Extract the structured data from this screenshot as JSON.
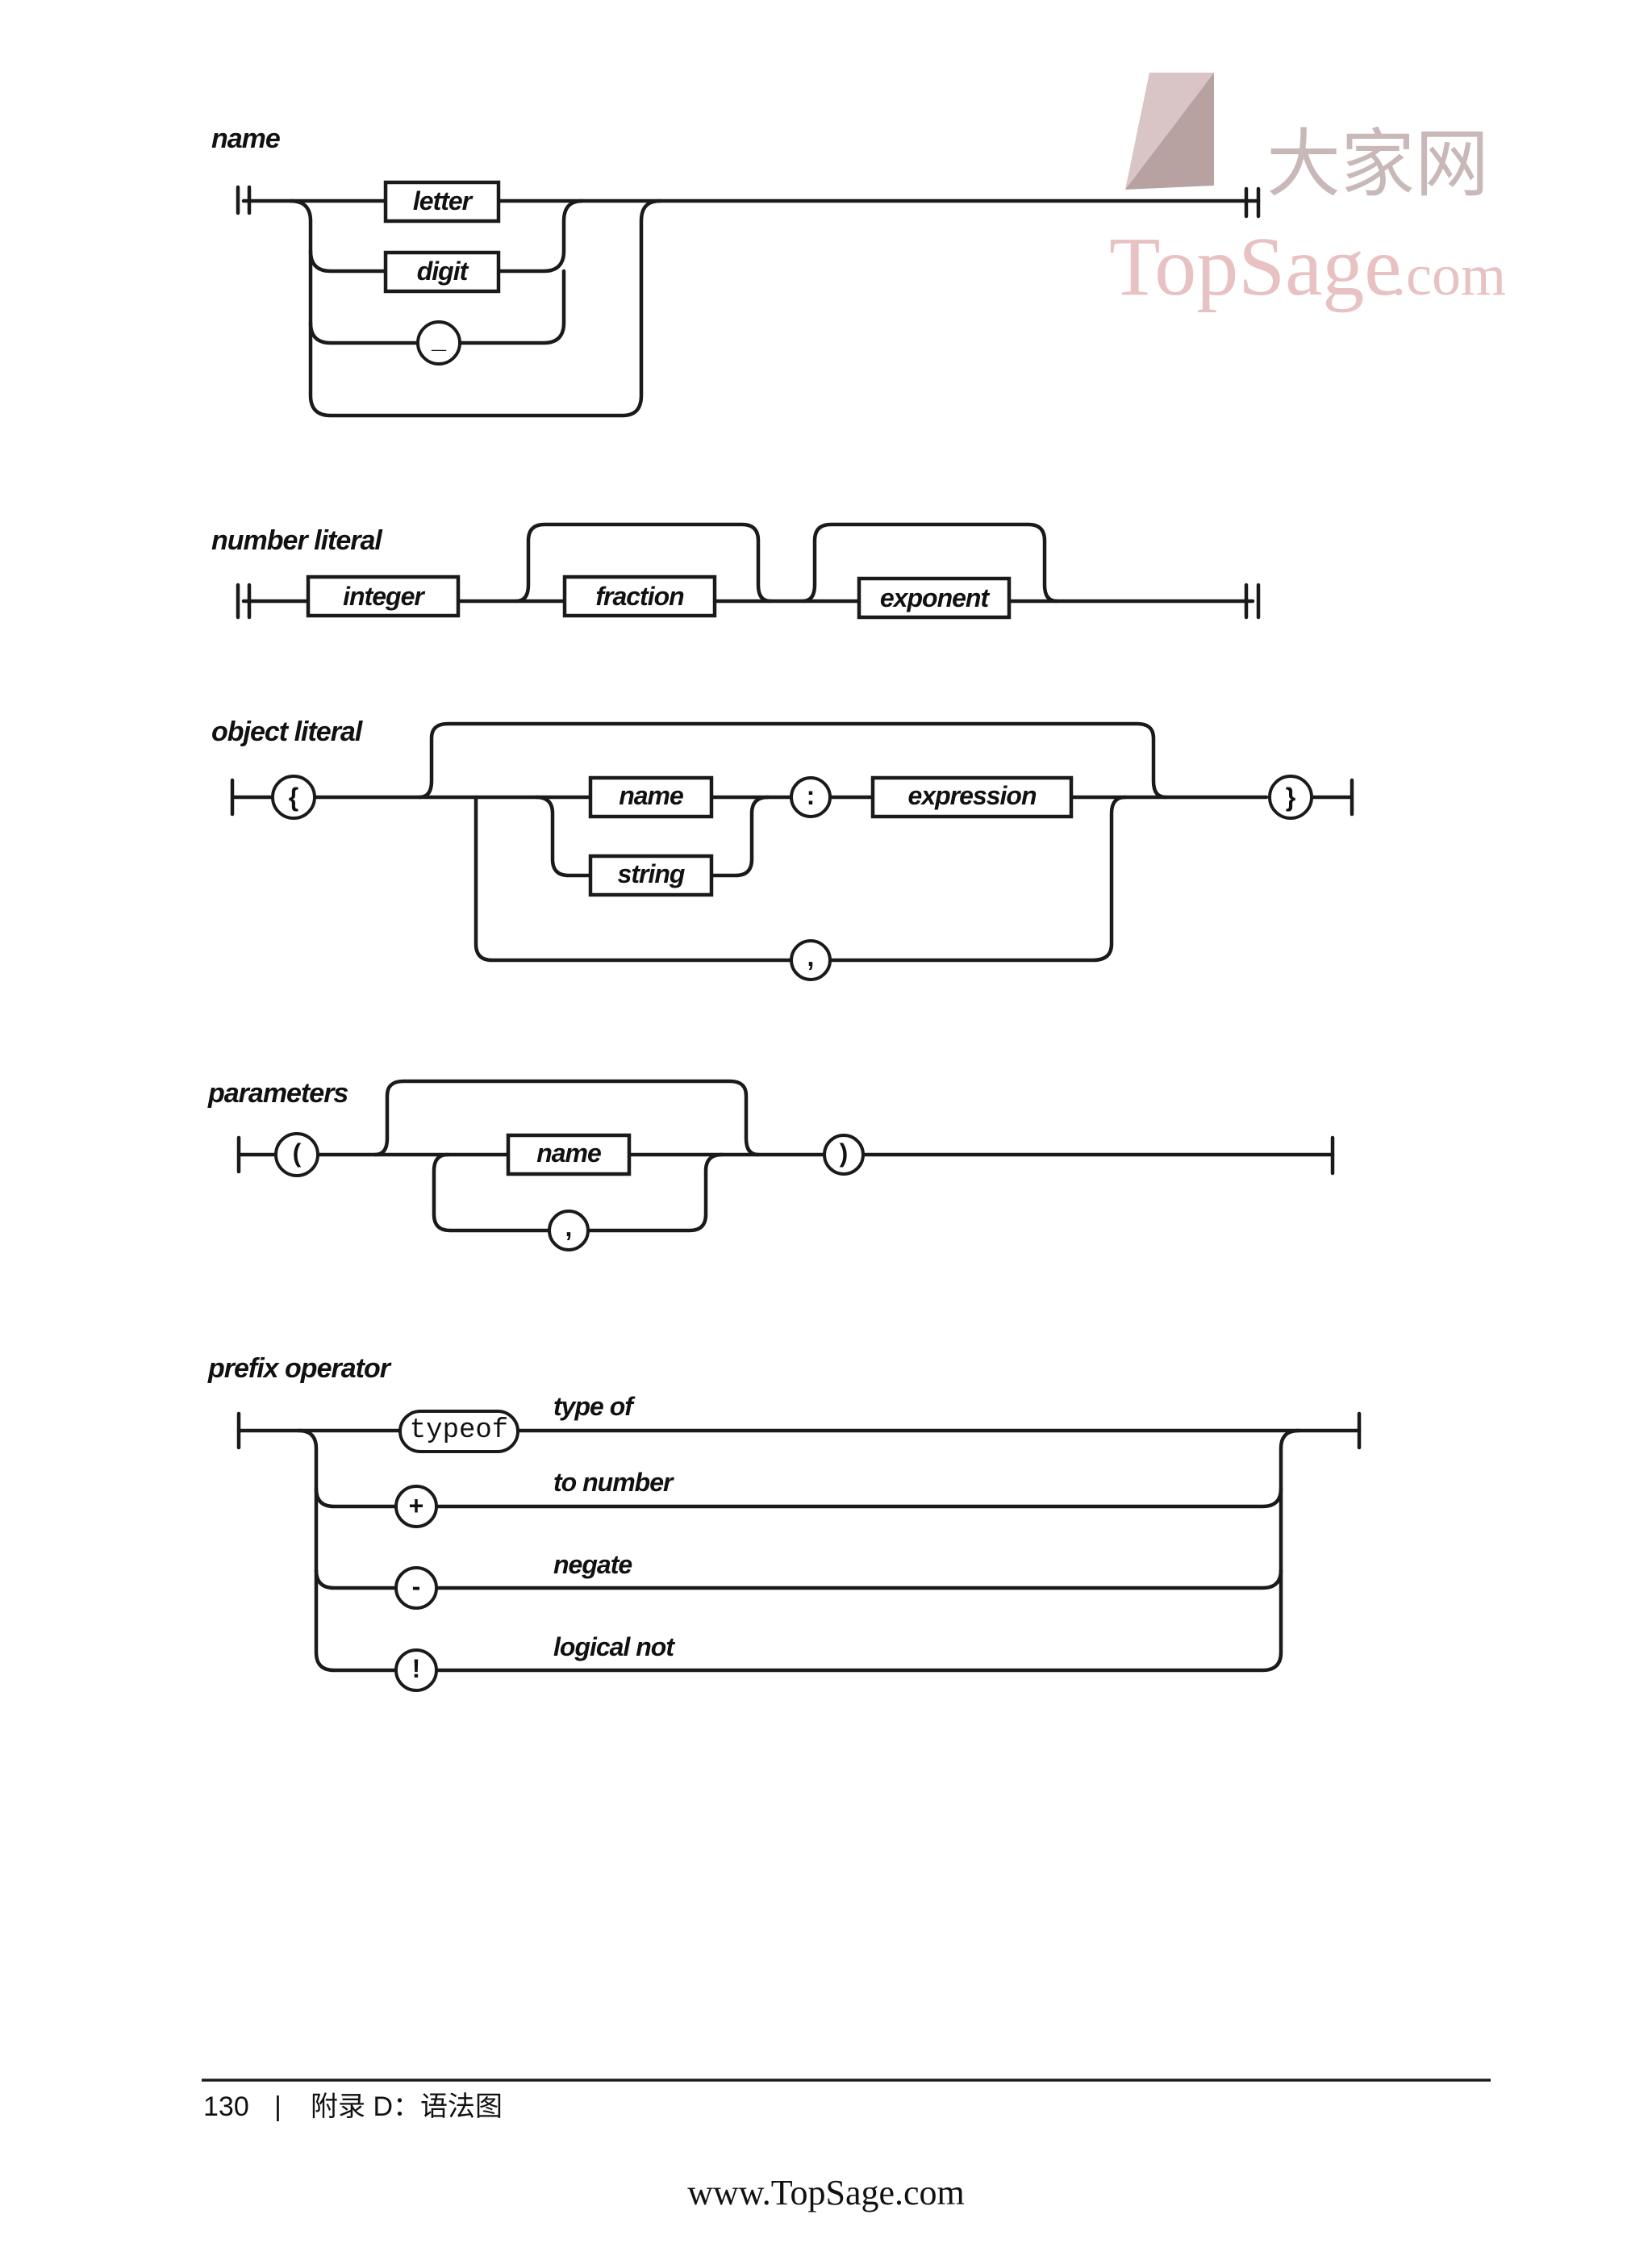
{
  "watermark": {
    "chinese": "大家网",
    "site": "TopSage",
    "site_suffix": ".com"
  },
  "diagrams": {
    "name": {
      "title": "name",
      "boxes": [
        "letter",
        "digit"
      ],
      "symbol": "_"
    },
    "number_literal": {
      "title": "number literal",
      "boxes": [
        "integer",
        "fraction",
        "exponent"
      ]
    },
    "object_literal": {
      "title": "object literal",
      "open": "{",
      "close": "}",
      "boxes": [
        "name",
        "string",
        "expression"
      ],
      "colon": ":",
      "comma": ","
    },
    "parameters": {
      "title": "parameters",
      "open": "(",
      "close": ")",
      "box": "name",
      "comma": ","
    },
    "prefix_operator": {
      "title": "prefix operator",
      "operators": [
        {
          "symbol": "typeof",
          "label": "type of"
        },
        {
          "symbol": "+",
          "label": "to number"
        },
        {
          "symbol": "-",
          "label": "negate"
        },
        {
          "symbol": "!",
          "label": "logical not"
        }
      ]
    }
  },
  "footer": {
    "page_number": "130",
    "separator": "|",
    "section": "附录 D：语法图"
  },
  "bottom_url": "www.TopSage.com"
}
